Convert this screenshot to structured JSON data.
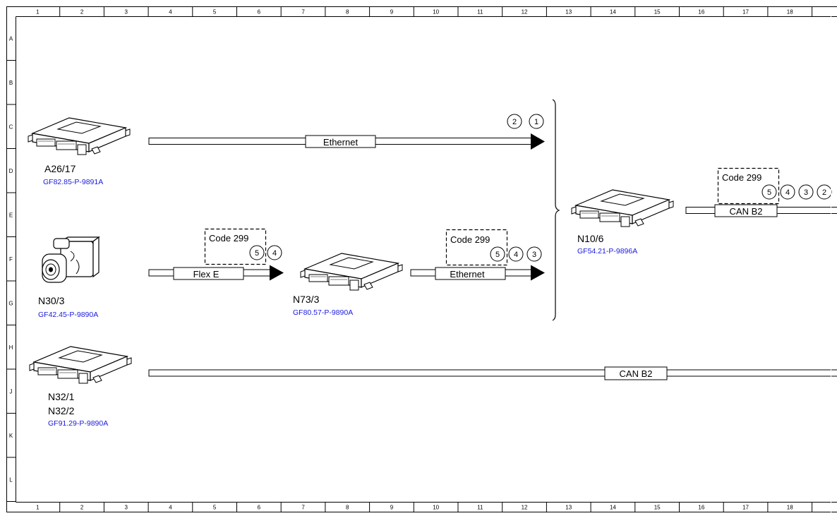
{
  "ruler": {
    "columns": [
      "1",
      "2",
      "3",
      "4",
      "5",
      "6",
      "7",
      "8",
      "9",
      "10",
      "11",
      "12",
      "13",
      "14",
      "15",
      "16",
      "17",
      "18"
    ],
    "rows": [
      "A",
      "B",
      "C",
      "D",
      "E",
      "F",
      "G",
      "H",
      "J",
      "K",
      "L"
    ]
  },
  "components": {
    "a26_17": {
      "name": "A26/17",
      "ref": "GF82.85-P-9891A"
    },
    "n30_3": {
      "name": "N30/3",
      "ref": "GF42.45-P-9890A"
    },
    "n73_3": {
      "name": "N73/3",
      "ref": "GF80.57-P-9890A"
    },
    "n10_6": {
      "name": "N10/6",
      "ref": "GF54.21-P-9896A"
    },
    "n32": {
      "name1": "N32/1",
      "name2": "N32/2",
      "ref": "GF91.29-P-9890A"
    }
  },
  "buses": {
    "ethernet_top": "Ethernet",
    "flex_e": "Flex E",
    "ethernet_mid": "Ethernet",
    "can_b2_right": "CAN B2",
    "can_b2_bottom": "CAN B2"
  },
  "codes": {
    "code_flex": "Code 299",
    "code_eth": "Code 299",
    "code_right": "Code 299"
  },
  "circles": {
    "ethernet_top": [
      "2",
      "1"
    ],
    "flex_e": [
      "5",
      "4"
    ],
    "ethernet_mid": [
      "5",
      "4",
      "3"
    ],
    "can_b2_right": [
      "5",
      "4",
      "3",
      "2"
    ]
  }
}
